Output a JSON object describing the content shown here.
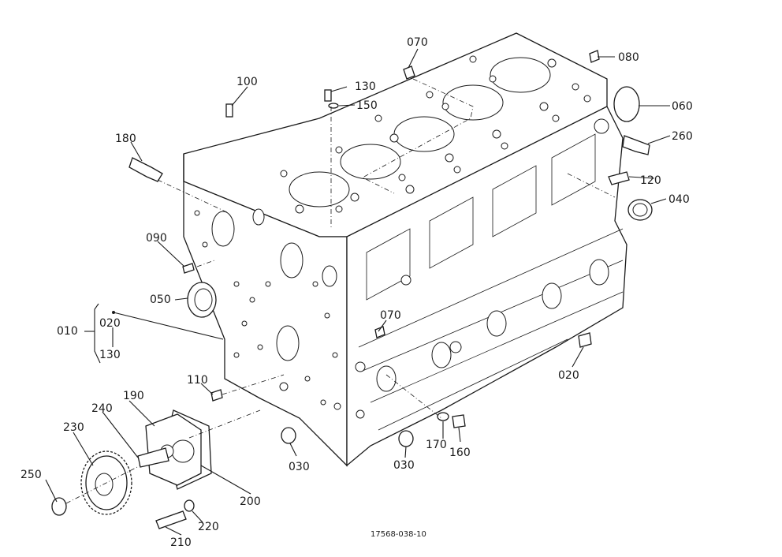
{
  "diagram": {
    "reference_code": "17568-038-10",
    "labels": {
      "p070_top": "070",
      "p080": "080",
      "p060": "060",
      "p260": "260",
      "p120": "120",
      "p040": "040",
      "p100": "100",
      "p130_top": "130",
      "p150": "150",
      "p180": "180",
      "p090": "090",
      "p050": "050",
      "p010": "010",
      "p020_group": "020",
      "p130_group": "130",
      "p070_mid": "070",
      "p020_right": "020",
      "p110": "110",
      "p190": "190",
      "p240": "240",
      "p230": "230",
      "p250": "250",
      "p200": "200",
      "p220": "220",
      "p210": "210",
      "p030_left": "030",
      "p030_right": "030",
      "p170": "170",
      "p160": "160"
    }
  }
}
